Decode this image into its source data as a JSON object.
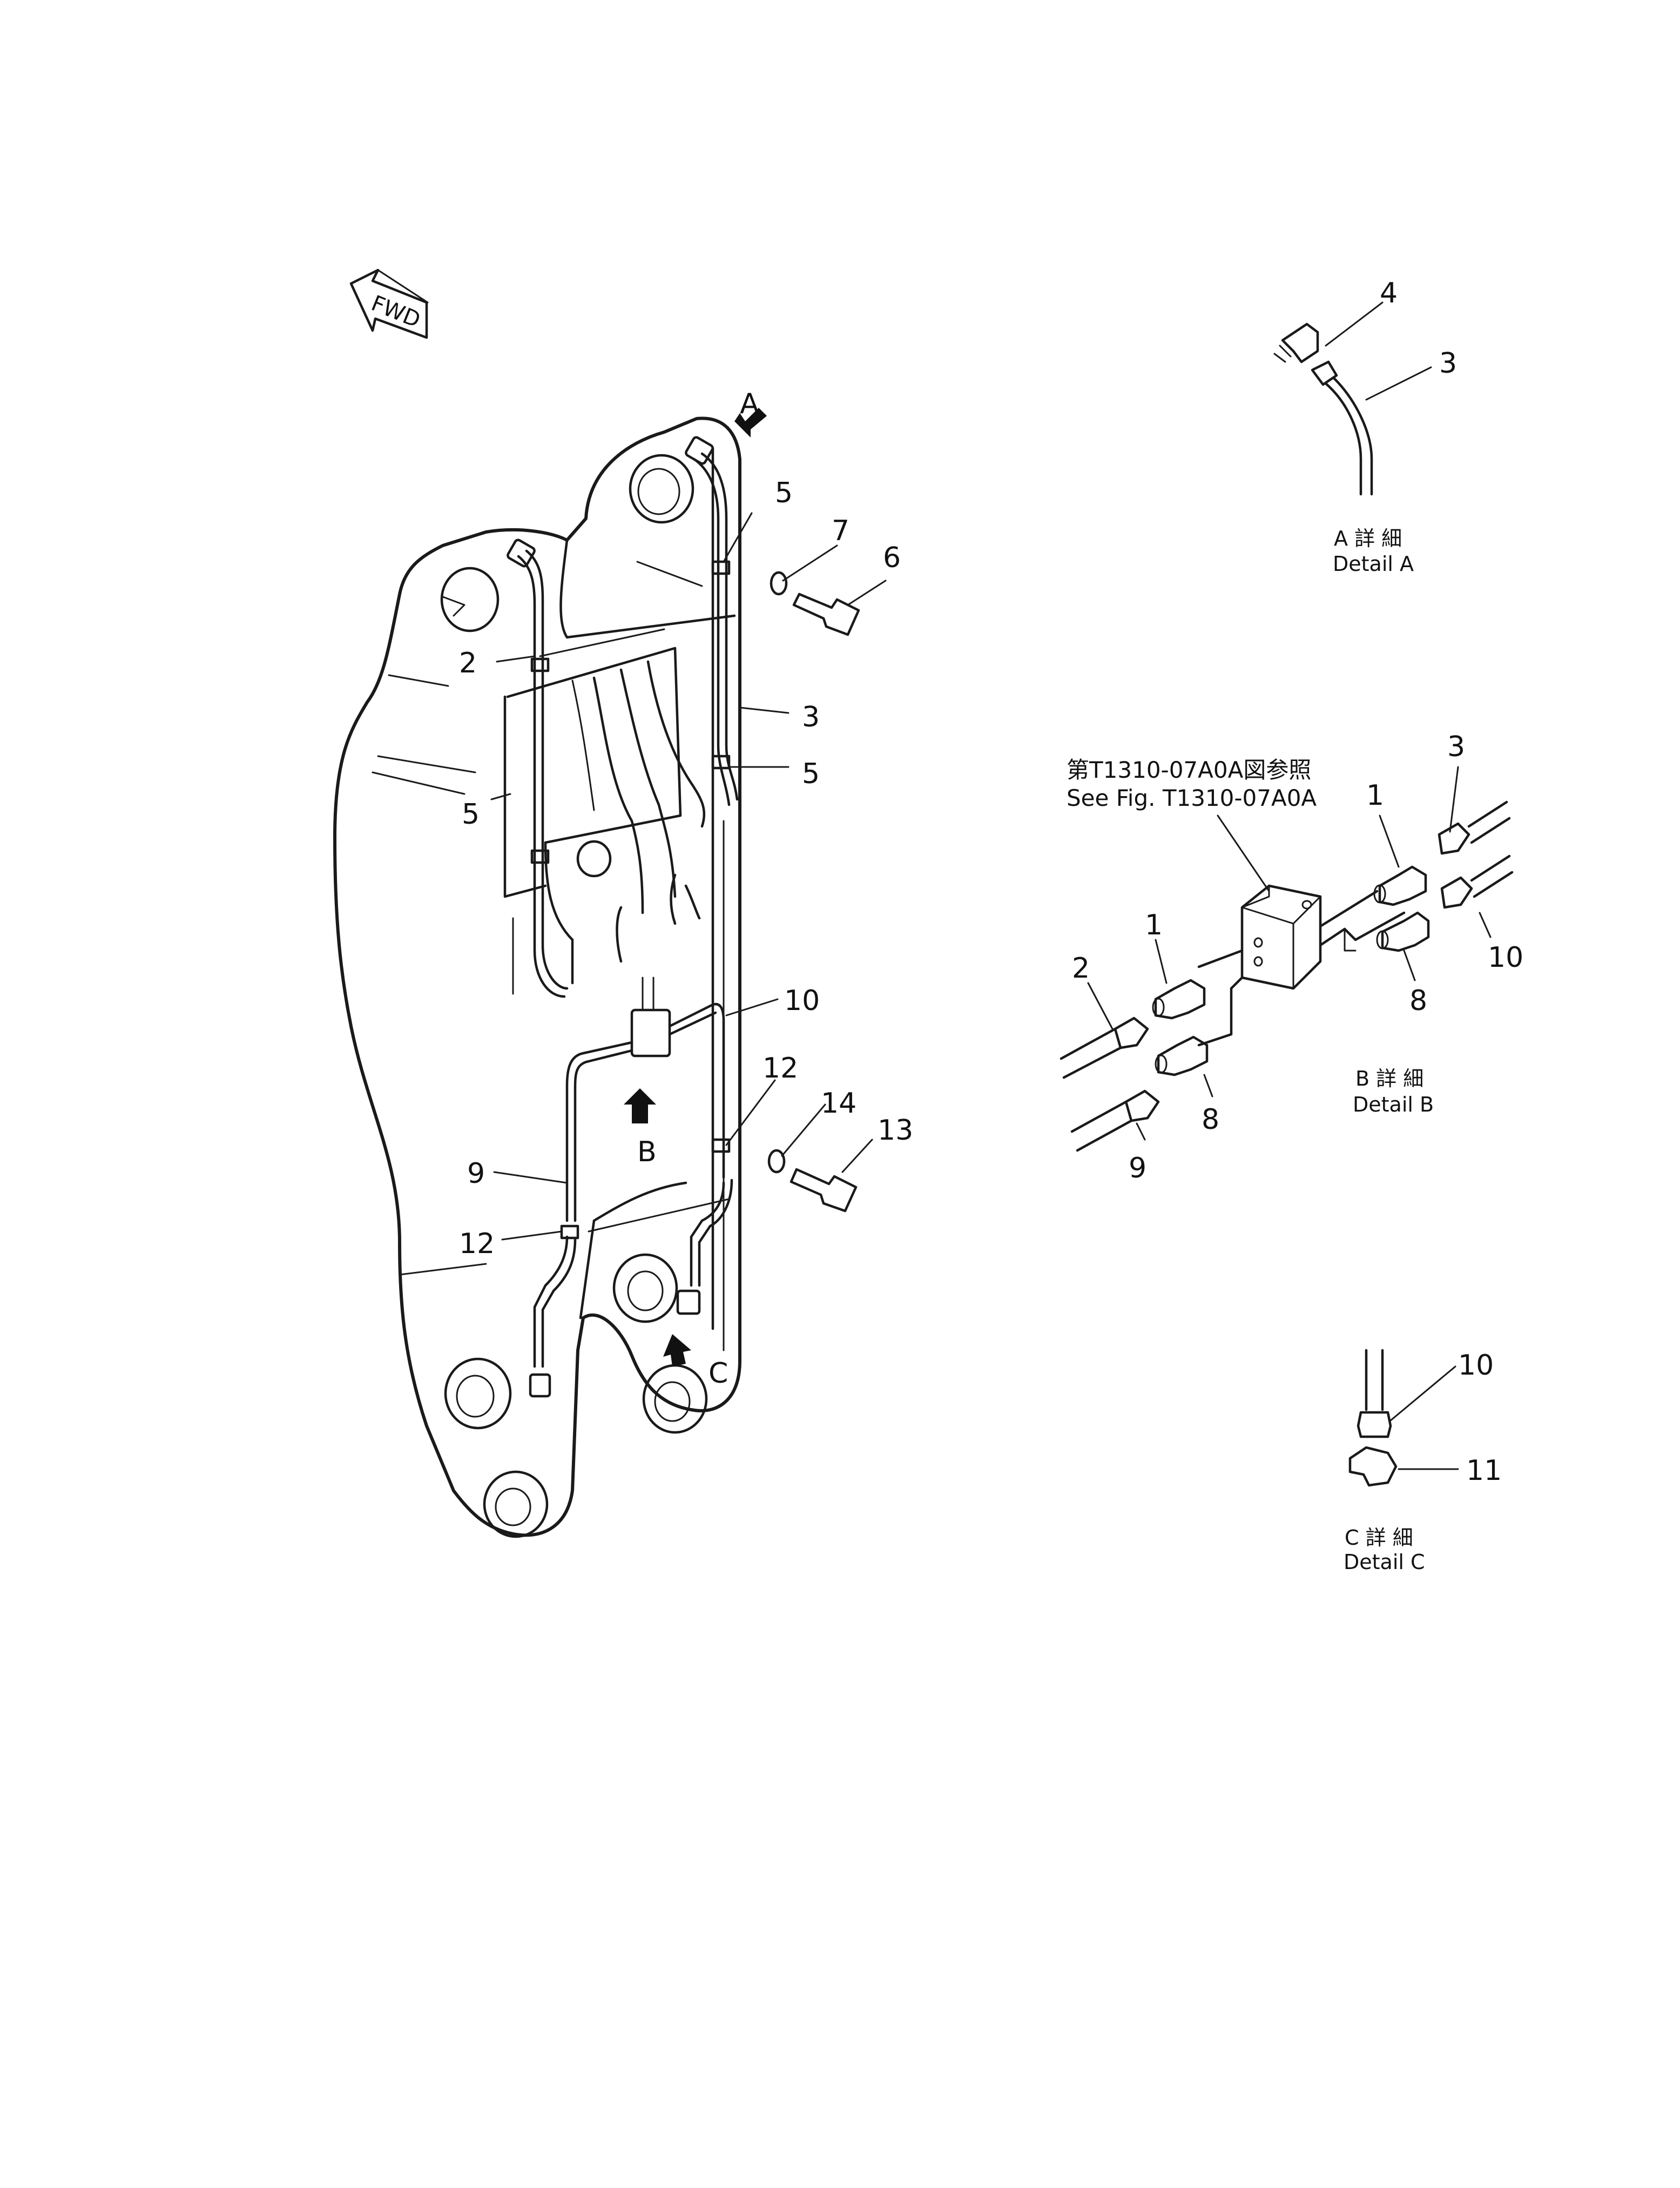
{
  "fwd_label": "FWD",
  "view_letters": {
    "a": "A",
    "b": "B",
    "c": "C"
  },
  "main_labels": {
    "l2": "2",
    "l3": "3",
    "l5a": "5",
    "l5b": "5",
    "l5c": "5",
    "l6": "6",
    "l7": "7",
    "l9": "9",
    "l10": "10",
    "l12a": "12",
    "l12b": "12",
    "l13": "13",
    "l14": "14"
  },
  "detail_a": {
    "l4": "4",
    "l3": "3",
    "caption_jp": "A 詳 細",
    "caption_en": "Detail A"
  },
  "detail_b": {
    "ref_jp": "第T1310-07A0A図参照",
    "ref_en": "See  Fig. T1310-07A0A",
    "l3": "3",
    "l1a": "1",
    "l10": "10",
    "l8a": "8",
    "l1b": "1",
    "l2": "2",
    "l9": "9",
    "l8b": "8",
    "caption_jp": "B 詳 細",
    "caption_en": "Detail B"
  },
  "detail_c": {
    "l10": "10",
    "l11": "11",
    "caption_jp": "C 詳 細",
    "caption_en": "Detail C"
  }
}
